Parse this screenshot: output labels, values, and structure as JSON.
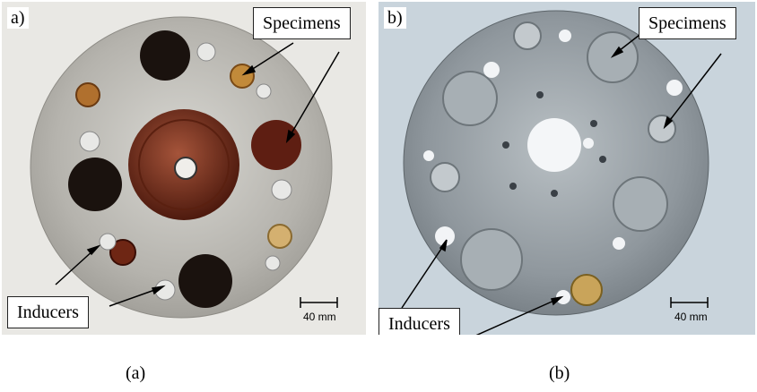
{
  "panel_a": {
    "letter": "a)",
    "specimens_label": "Specimens",
    "inducers_label": "Inducers",
    "scale_label": "40 mm"
  },
  "panel_b": {
    "letter": "b)",
    "specimens_label": "Specimens",
    "inducers_label": "Inducers",
    "scale_label": "40 mm"
  },
  "captions": {
    "a": "(a)",
    "b": "(b)"
  },
  "colors": {
    "disc_a": "#b8b6b0",
    "disc_b": "#8e979e",
    "copper": "#7a2e1a",
    "brass": "#c9a45a",
    "dark_specimen": "#1a120e"
  }
}
